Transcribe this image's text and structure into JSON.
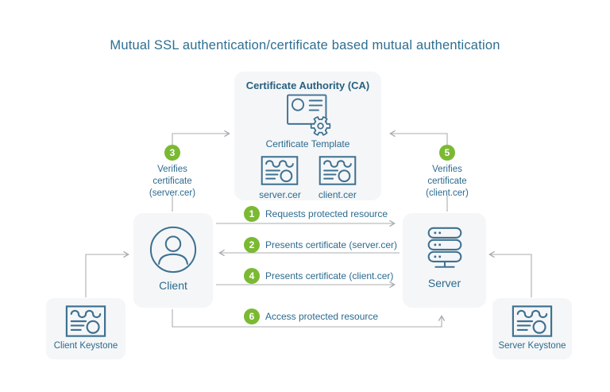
{
  "title": "Mutual SSL authentication/certificate based mutual authentication",
  "colors": {
    "accent_blue": "#2b6a8e",
    "icon_stroke": "#3f7191",
    "step_green": "#7bb933",
    "arrow_gray": "#a9adb0",
    "panel_bg": "#f5f6f8"
  },
  "ca": {
    "title": "Certificate Authority (CA)",
    "template_label": "Certificate Template",
    "certificates": [
      {
        "label": "server.cer"
      },
      {
        "label": "client.cer"
      }
    ]
  },
  "actors": {
    "client": {
      "label": "Client"
    },
    "server": {
      "label": "Server"
    }
  },
  "keystores": {
    "client": {
      "label": "Client Keystone"
    },
    "server": {
      "label": "Server Keystone"
    }
  },
  "steps": [
    {
      "num": "1",
      "label": "Requests protected resource"
    },
    {
      "num": "2",
      "label": "Presents certificate (server.cer)"
    },
    {
      "num": "3",
      "label": "Verifies\ncertificate\n(server.cer)"
    },
    {
      "num": "4",
      "label": "Presents certificate (client.cer)"
    },
    {
      "num": "5",
      "label": "Verifies\ncertificate\n(client.cer)"
    },
    {
      "num": "6",
      "label": "Access protected resource"
    }
  ]
}
